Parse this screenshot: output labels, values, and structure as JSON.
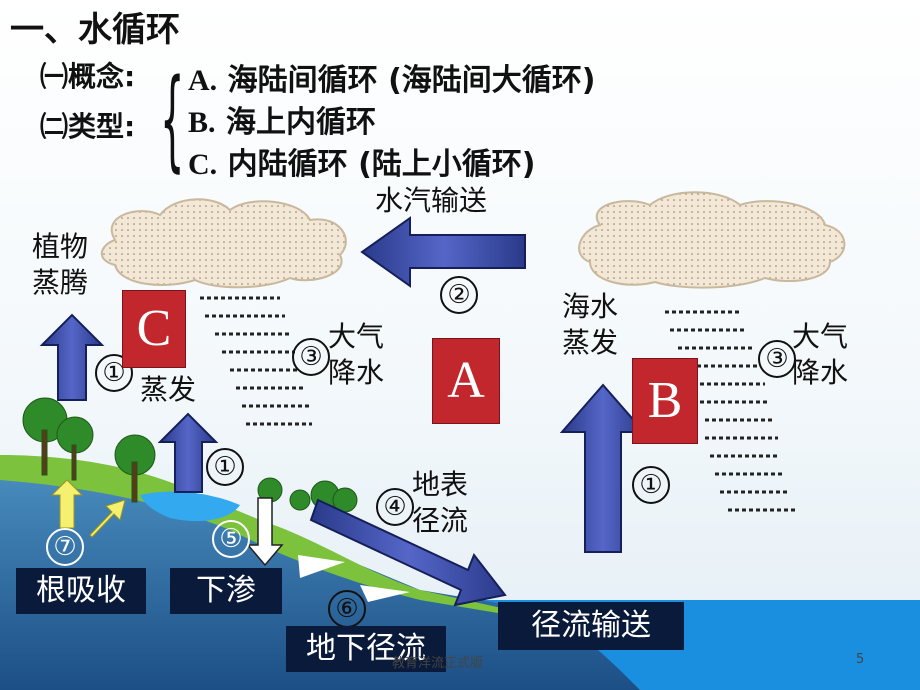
{
  "title": "一、水循环",
  "concept": {
    "label": "㈠概念:"
  },
  "types": {
    "label": "㈡类型:",
    "items": [
      {
        "letter": "A.",
        "text": "海陆间循环 (海陆间大循环)"
      },
      {
        "letter": "B.",
        "text": "海上内循环"
      },
      {
        "letter": "C.",
        "text": "内陆循环 (陆上小循环)"
      }
    ]
  },
  "labels": {
    "vapor_transport": "水汽输送",
    "plant_transpiration_1": "植物",
    "plant_transpiration_2": "蒸腾",
    "evaporation": "蒸发",
    "precip_1": "大气",
    "precip_2": "降水",
    "sea_evap_1": "海水",
    "sea_evap_2": "蒸发",
    "surface_runoff_1": "地表",
    "surface_runoff_2": "径流",
    "root_absorption": "根吸收",
    "infiltration": "下渗",
    "groundwater_runoff": "地下径流",
    "runoff_transport": "径流输送"
  },
  "boxes": {
    "A": "A",
    "B": "B",
    "C": "C"
  },
  "numbers": {
    "n1": "①",
    "n2": "②",
    "n3": "③",
    "n4": "④",
    "n5": "⑤",
    "n6": "⑥",
    "n7": "⑦"
  },
  "footer": {
    "left": "教育洋流正式版",
    "page": "5"
  },
  "colors": {
    "box": "#c1272d",
    "arrow": "#1f2a6b",
    "label_bg": "#0a1a3a",
    "sea": "#1a8fe0",
    "grass": "#7cc23c"
  }
}
